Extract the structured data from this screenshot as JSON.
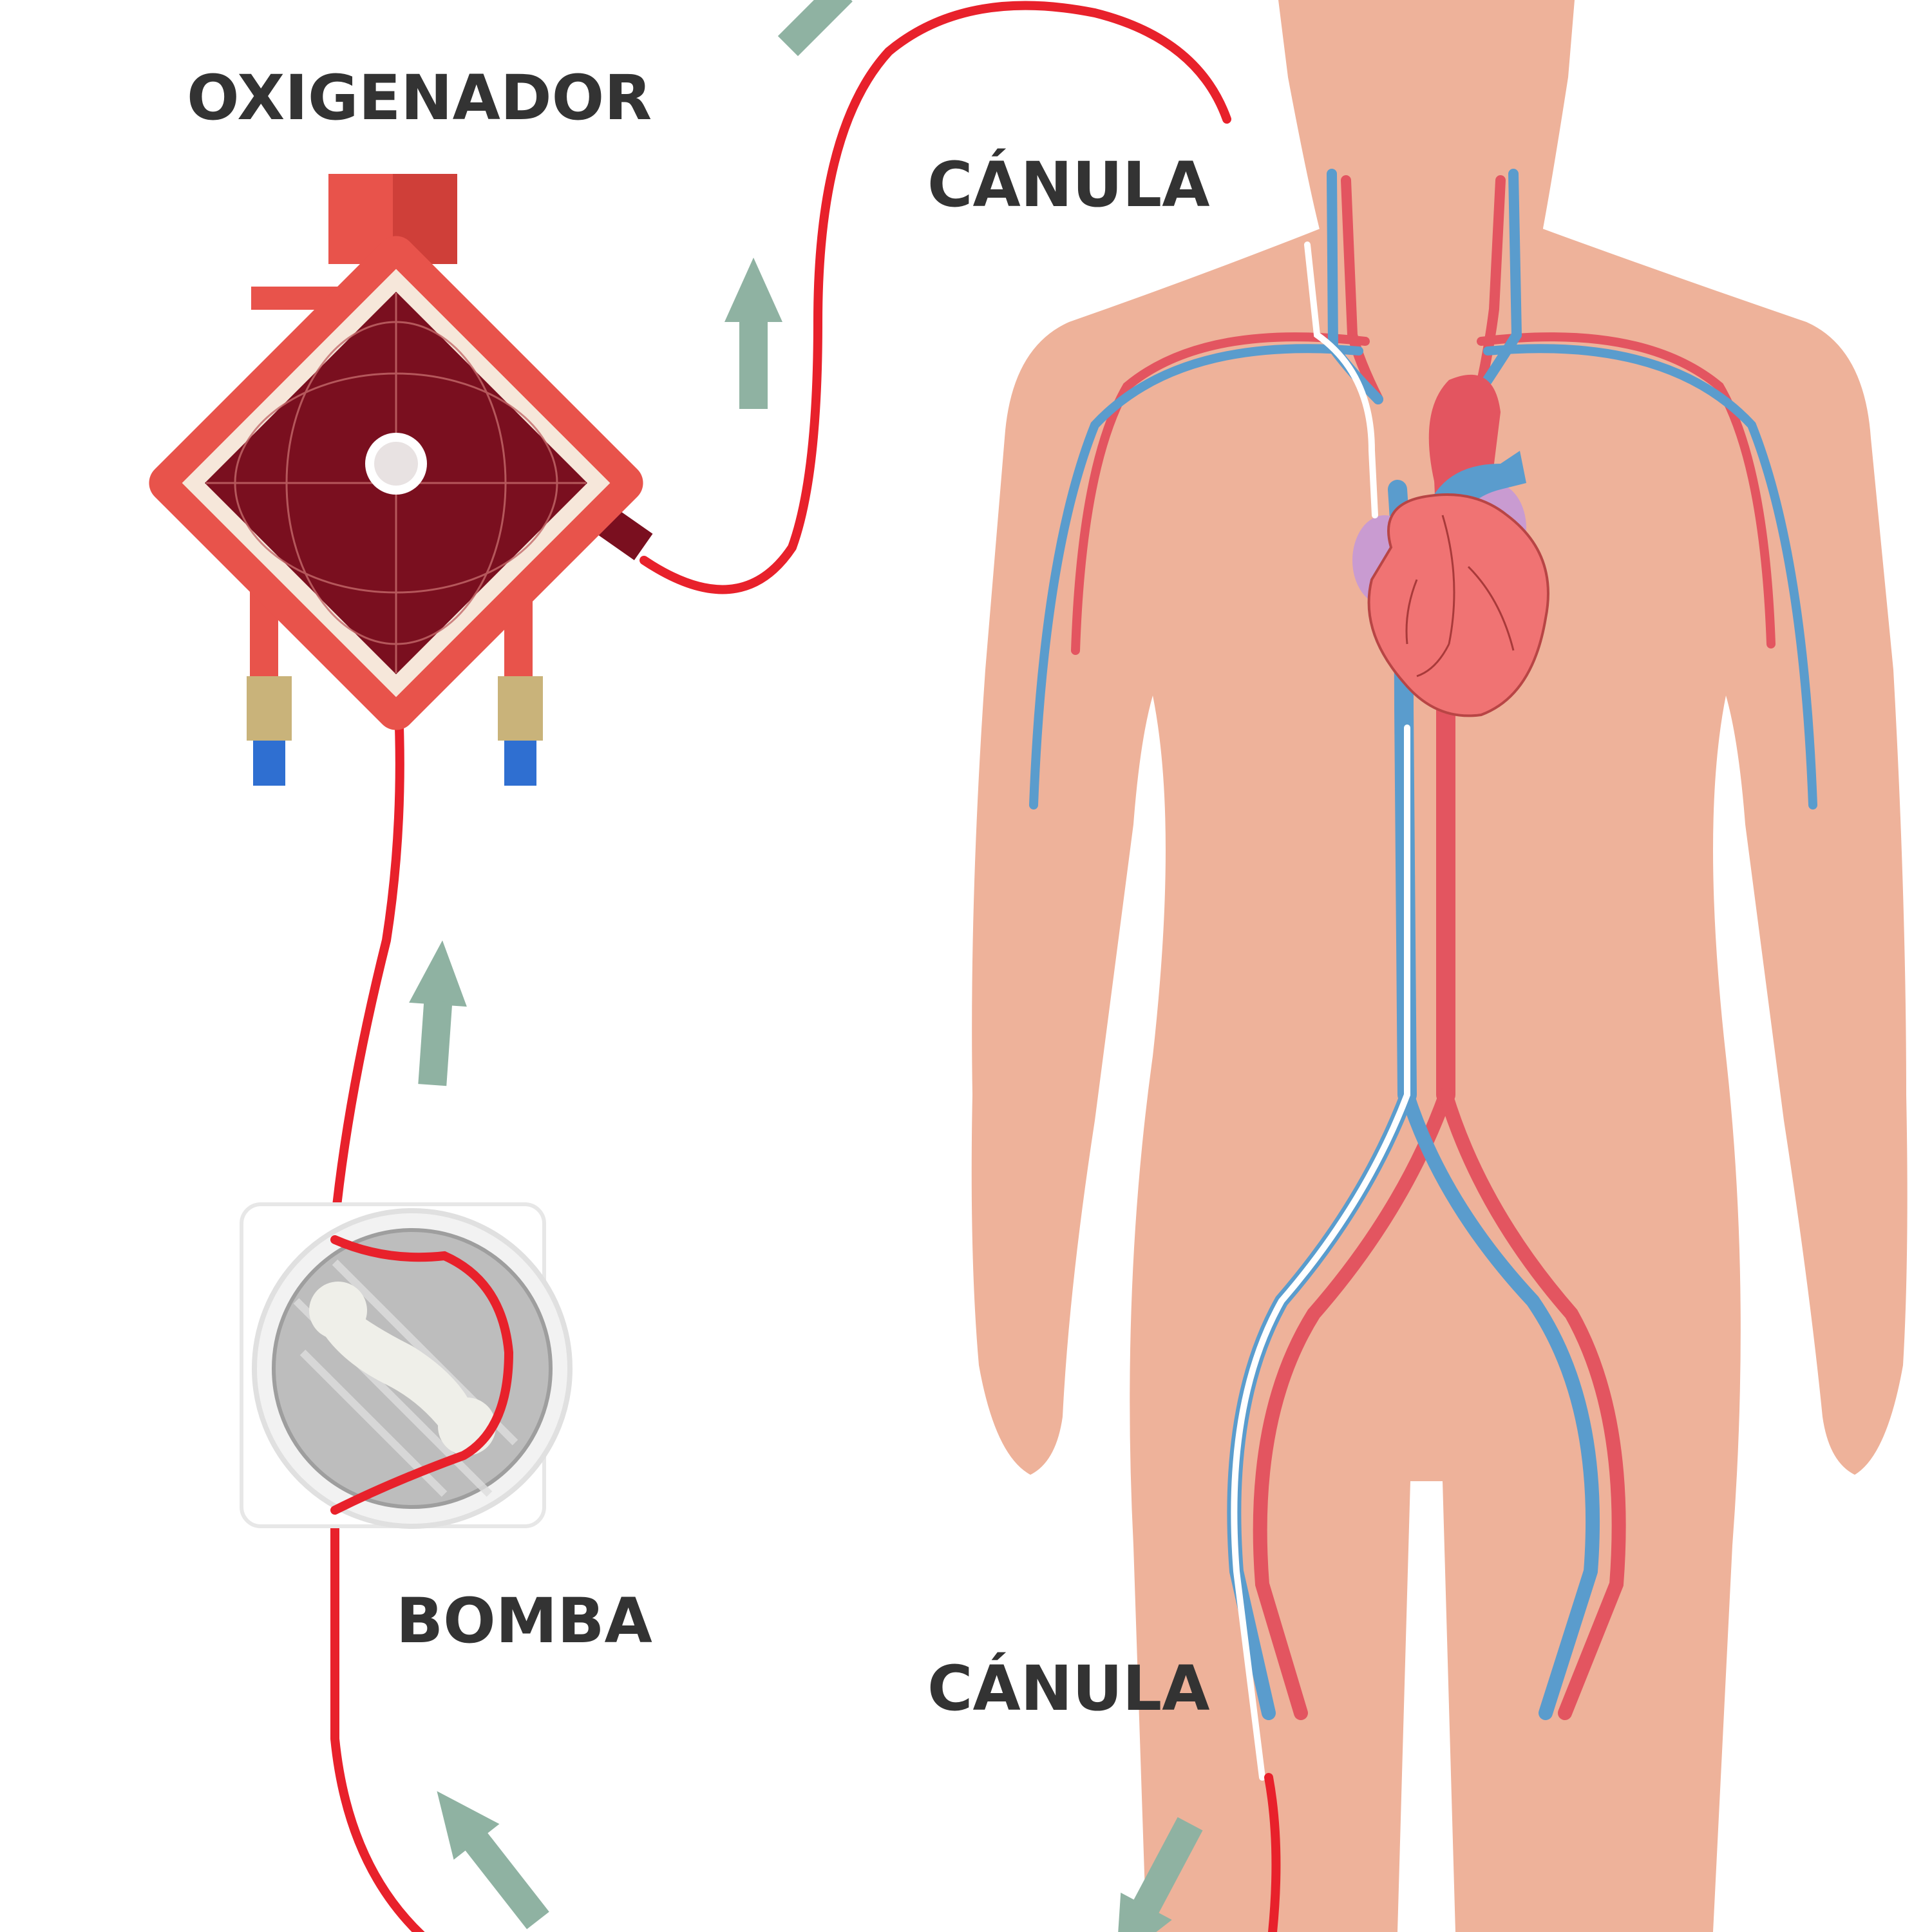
{
  "labels": {
    "oxygenator": "OXIGENADOR",
    "cannula_upper": "CÁNULA",
    "pump": "BOMBA",
    "cannula_lower": "CÁNULA"
  },
  "colors": {
    "tube": "#e8212b",
    "skin": "#eeb29a",
    "artery": "#e35560",
    "vein": "#5a9ccd",
    "arrow": "#8fb2a2",
    "heart": "#f07373",
    "oxygenator_frame": "#e8534b",
    "oxygenator_core": "#7a0f1f",
    "text": "#333333"
  },
  "icons": {
    "oxygenator": "oxygenator-icon",
    "pump": "roller-pump-icon",
    "heart": "heart-icon",
    "body": "human-body-icon"
  }
}
